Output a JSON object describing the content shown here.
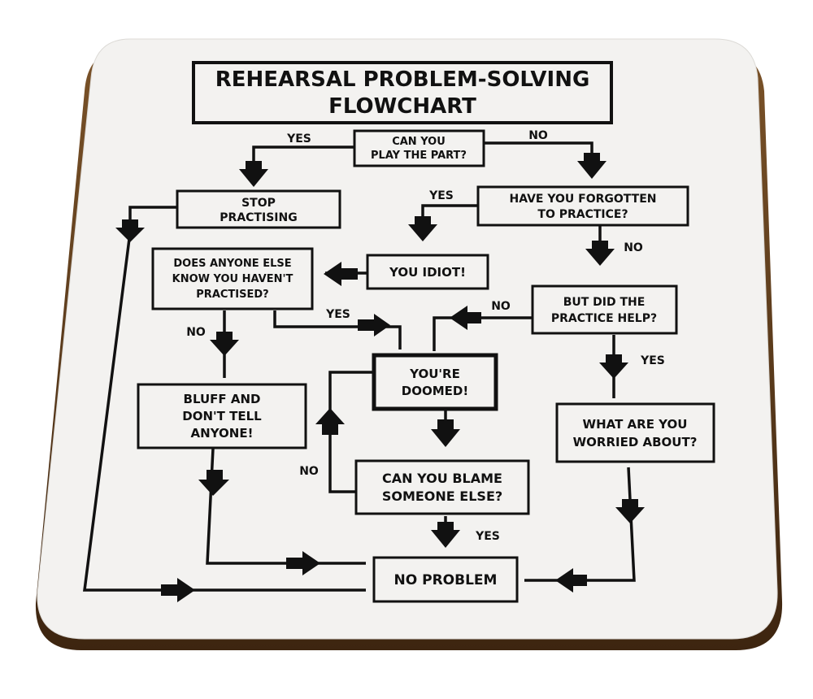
{
  "title": {
    "line1": "REHEARSAL PROBLEM-SOLVING",
    "line2": "FLOWCHART"
  },
  "nodes": {
    "can_play": [
      "CAN YOU",
      "PLAY THE PART?"
    ],
    "stop_practising": [
      "STOP",
      "PRACTISING"
    ],
    "forgotten": [
      "HAVE YOU FORGOTTEN",
      "TO PRACTICE?"
    ],
    "idiot": [
      "YOU IDIOT!"
    ],
    "anyone_else": [
      "DOES ANYONE ELSE",
      "KNOW YOU HAVEN'T",
      "PRACTISED?"
    ],
    "practice_help": [
      "BUT DID THE",
      "PRACTICE HELP?"
    ],
    "doomed": [
      "YOU'RE",
      "DOOMED!"
    ],
    "bluff": [
      "BLUFF AND",
      "DON'T TELL",
      "ANYONE!"
    ],
    "worried": [
      "WHAT ARE YOU",
      "WORRIED ABOUT?"
    ],
    "blame": [
      "CAN YOU BLAME",
      "SOMEONE ELSE?"
    ],
    "no_problem": [
      "NO PROBLEM"
    ]
  },
  "labels": {
    "yes_play": "YES",
    "no_play": "NO",
    "yes_forgot": "YES",
    "no_forgot": "NO",
    "yes_anyone": "YES",
    "no_anyone": "NO",
    "no_help": "NO",
    "yes_help": "YES",
    "no_blame": "NO",
    "yes_blame": "YES"
  },
  "colors": {
    "background": "#ffffff",
    "coaster_face": "#f2f1ef",
    "coaster_edge": "#5a3a1a",
    "ink": "#111111"
  }
}
